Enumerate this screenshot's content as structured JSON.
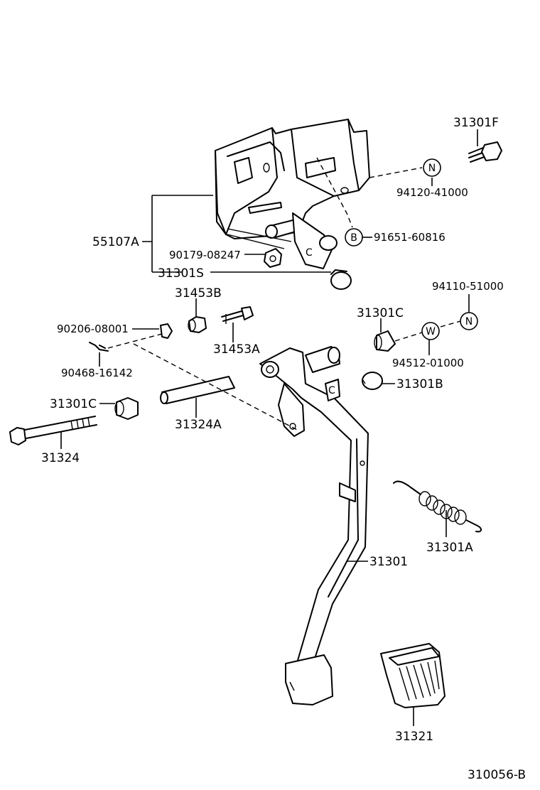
{
  "diagram_code": "310056-B",
  "parts": {
    "p31301F": "31301F",
    "p94120": "94120-41000",
    "p91651": "91651-60816",
    "p55107A": "55107A",
    "p90179": "90179-08247",
    "p31301S": "31301S",
    "p31453B": "31453B",
    "p94110": "94110-51000",
    "p90206": "90206-08001",
    "p31301C_r": "31301C",
    "p31453A": "31453A",
    "p94512": "94512-01000",
    "p90468": "90468-16142",
    "p31301B": "31301B",
    "p31301C_l": "31301C",
    "p31324A": "31324A",
    "p31324": "31324",
    "p31301A": "31301A",
    "p31301": "31301",
    "p31321": "31321"
  },
  "badges": {
    "n1": "N",
    "b1": "B",
    "n2": "N",
    "w1": "W"
  }
}
